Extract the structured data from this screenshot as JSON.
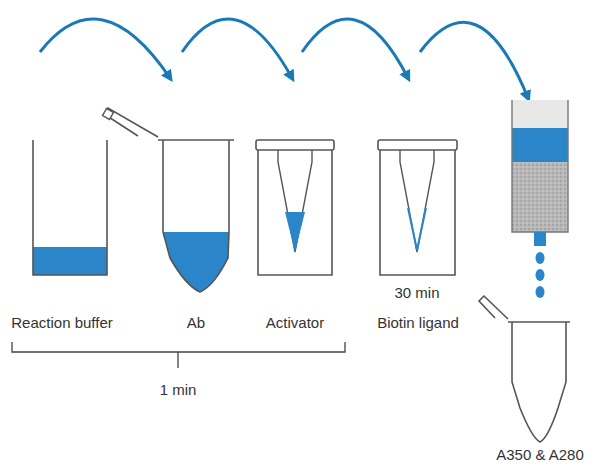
{
  "diagram": {
    "labels": [
      "Reaction buffer",
      "Ab",
      "Activator",
      "Biotin ligand",
      "30 min",
      "1 min",
      "A350 & A280"
    ]
  }
}
